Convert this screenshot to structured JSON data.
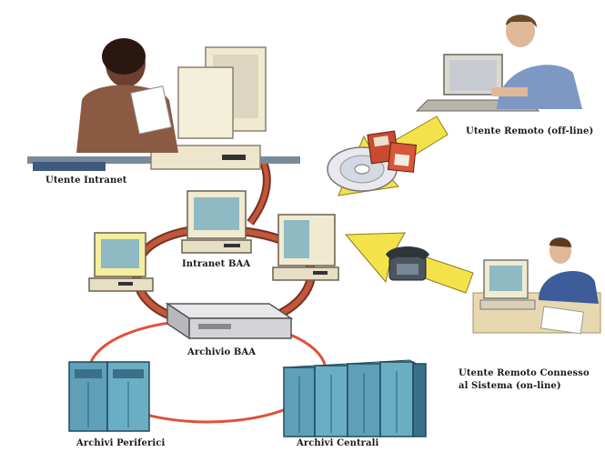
{
  "labels": {
    "utente_intranet": "Utente Intranet",
    "utente_remoto_offline": "Utente Remoto (off-line)",
    "intranet_baa": "Intranet BAA",
    "archivio_baa": "Archivio BAA",
    "utente_remoto_connesso_line1": "Utente Remoto Connesso",
    "utente_remoto_connesso_line2": "al Sistema (on-line)",
    "archivi_periferici": "Archivi Periferici",
    "archivi_centrali": "Archivi Centrali"
  },
  "colors": {
    "cable_red": "#b8442c",
    "ring_red": "#e0513a",
    "arrow_yellow": "#f4e24a",
    "monitor_cream": "#f0ead0",
    "screen_teal": "#8fb9c3",
    "server_blue": "#5fa0b8"
  }
}
